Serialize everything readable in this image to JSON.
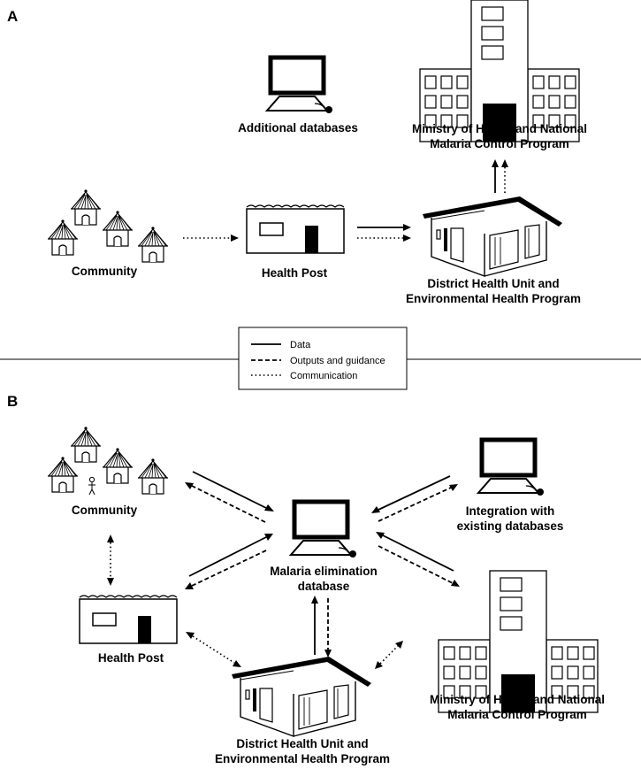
{
  "panel_a": {
    "letter": "A",
    "community": "Community",
    "health_post": "Health Post",
    "additional_databases": "Additional databases",
    "ministry_line1": "Ministry of Health and National",
    "ministry_line2": "Malaria Control Program",
    "district_line1": "District Health Unit and",
    "district_line2": "Environmental Health Program"
  },
  "legend": {
    "data": "Data",
    "outputs": "Outputs and guidance",
    "communication": "Communication"
  },
  "panel_b": {
    "letter": "B",
    "community": "Community",
    "health_post": "Health Post",
    "integration_line1": "Integration with",
    "integration_line2": "existing databases",
    "malaria_line1": "Malaria elimination",
    "malaria_line2": "database",
    "ministry_line1": "Ministry of Health and National",
    "ministry_line2": "Malaria Control Program",
    "district_line1": "District Health Unit and",
    "district_line2": "Environmental Health Program"
  }
}
